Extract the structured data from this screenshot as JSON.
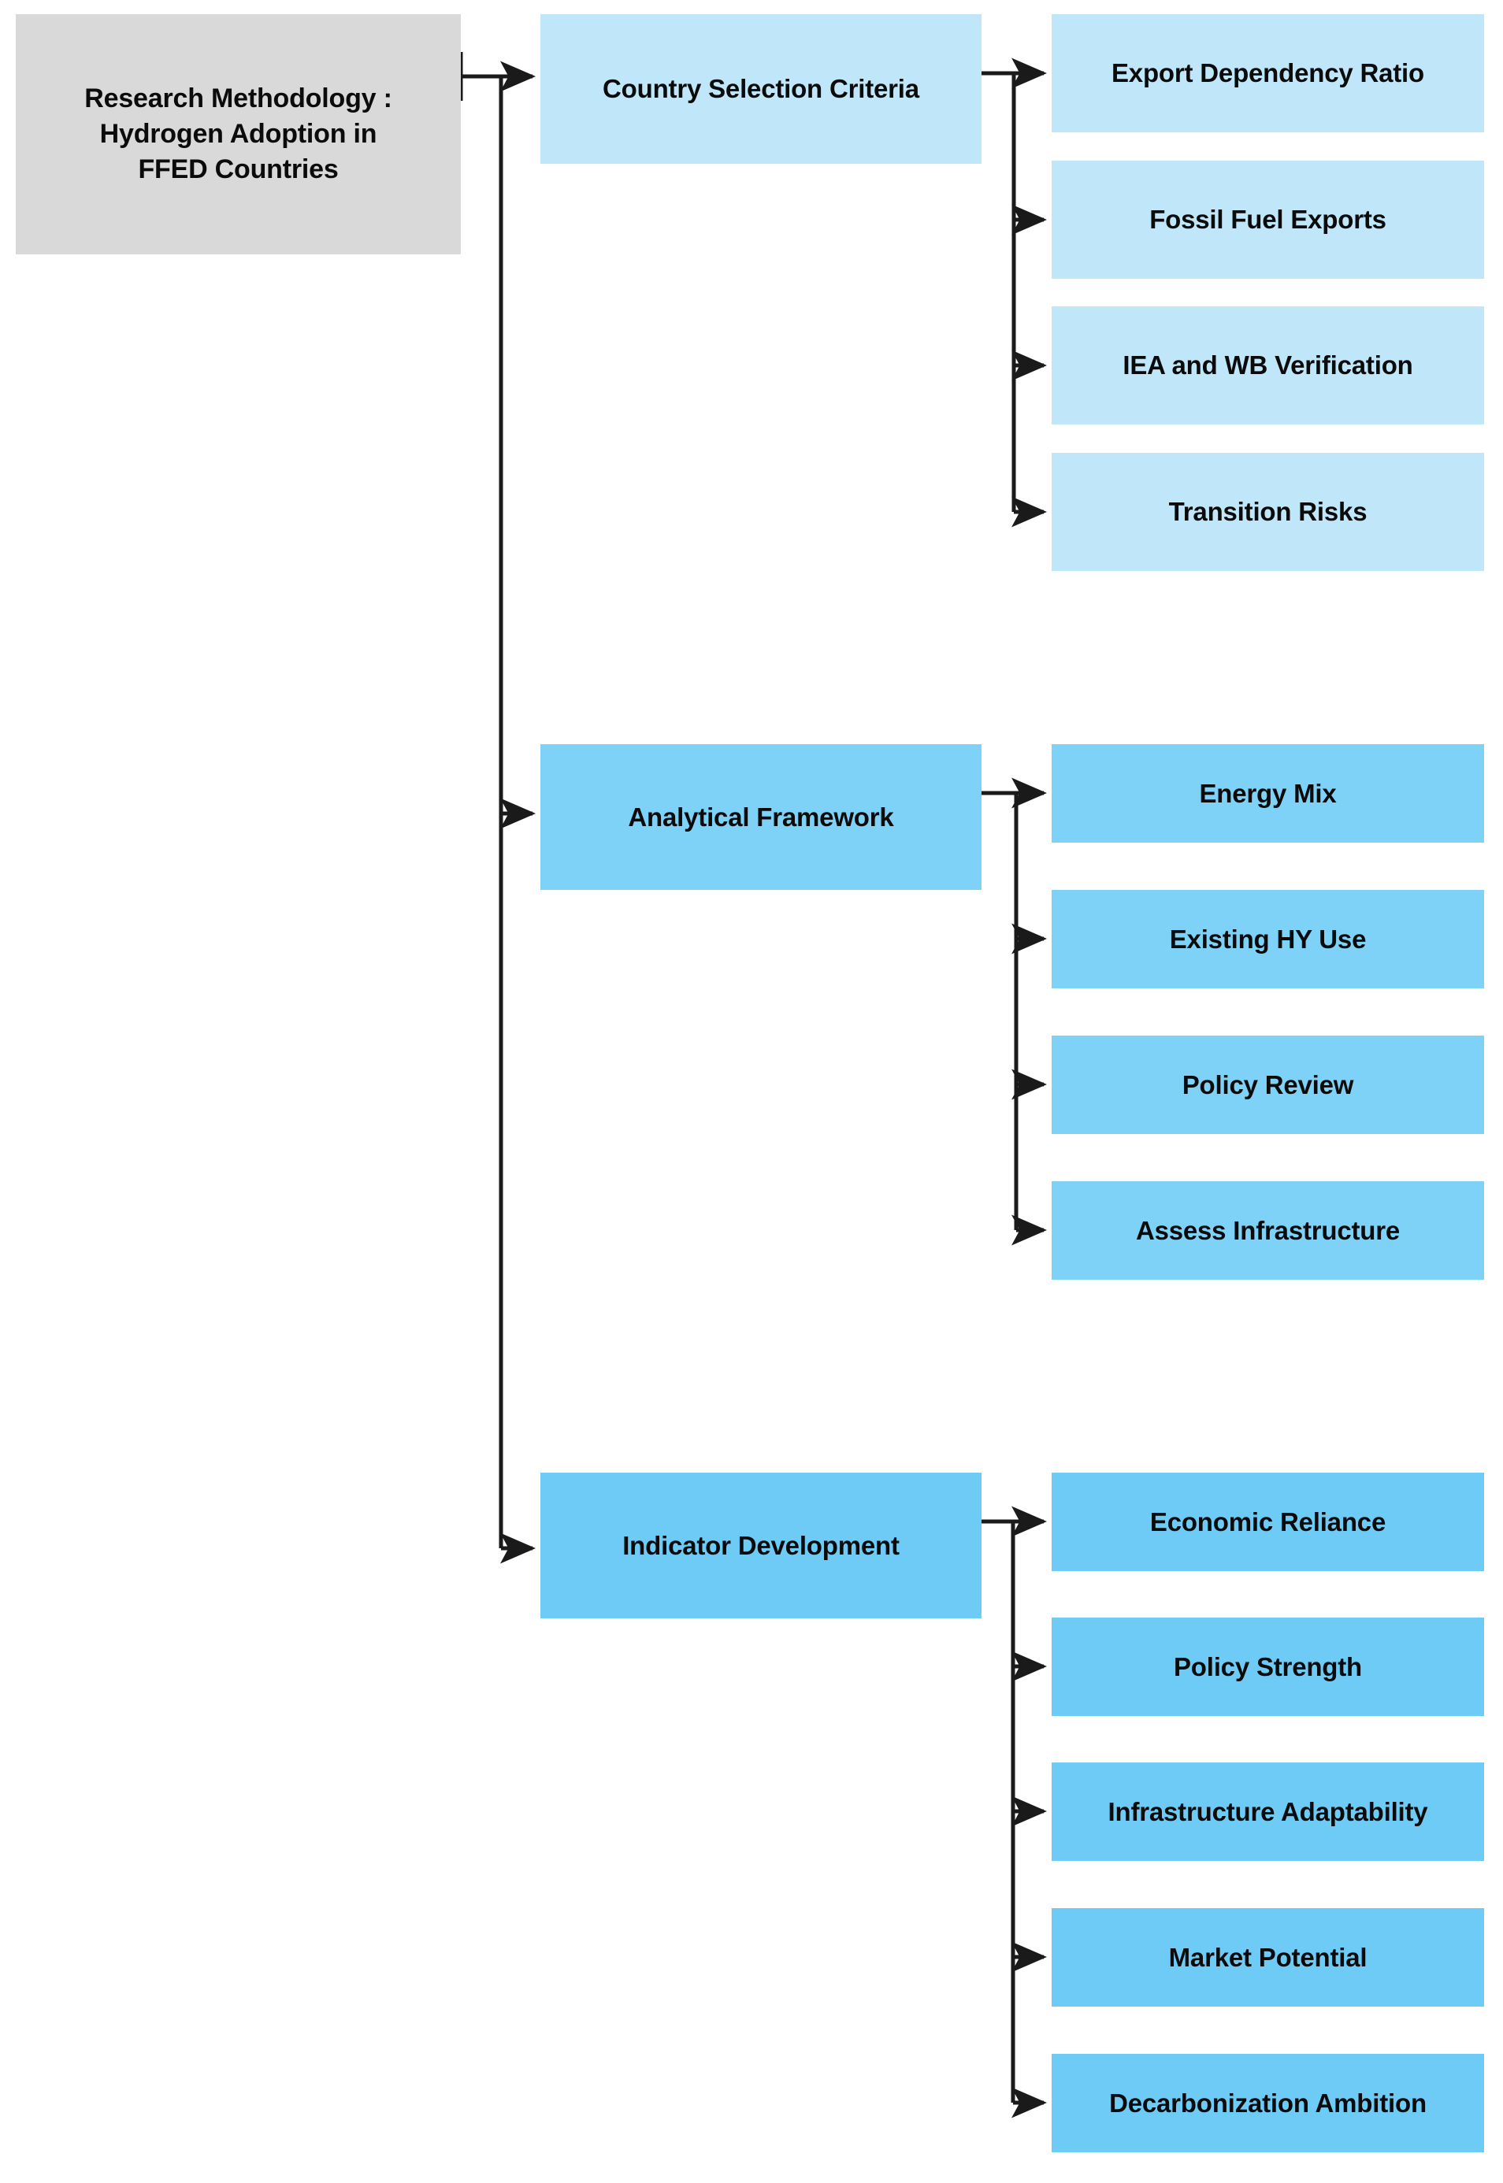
{
  "diagram": {
    "title": "Research Methodology : Hydrogen Adoption in FFED Countries",
    "orientation": "left-to-right tree",
    "colors": {
      "root_fill": "#d9d9d9",
      "stage1_fill": "#bfe6f9",
      "stage2_fill": "#7ed2f7",
      "stage3_fill": "#6ecbf6",
      "leaf1_fill": "#bfe6f9",
      "leaf2_fill": "#7ed2f7",
      "leaf3_fill": "#6ecbf6",
      "connector": "#1a1a1a",
      "text": "#0b0b0b",
      "background": "#ffffff"
    },
    "root": {
      "label": "Research Methodology :\nHydrogen Adoption in\nFFED Countries"
    },
    "branches": [
      {
        "id": "country-selection-criteria",
        "label": "Country Selection  Criteria",
        "children": [
          {
            "id": "export-dependency-ratio",
            "label": "Export Dependency Ratio"
          },
          {
            "id": "fossil-fuel-exports",
            "label": "Fossil Fuel Exports"
          },
          {
            "id": "iea-and-wb-verification",
            "label": "IEA and WB Verification"
          },
          {
            "id": "transition-risks",
            "label": "Transition Risks"
          }
        ]
      },
      {
        "id": "analytical-framework",
        "label": "Analytical Framework",
        "children": [
          {
            "id": "energy-mix",
            "label": "Energy Mix"
          },
          {
            "id": "existing-hy-use",
            "label": "Existing HY Use"
          },
          {
            "id": "policy-review",
            "label": "Policy Review"
          },
          {
            "id": "assess-infrastructure",
            "label": "Assess Infrastructure"
          }
        ]
      },
      {
        "id": "indicator-development",
        "label": "Indicator Development",
        "children": [
          {
            "id": "economic-reliance",
            "label": "Economic Reliance"
          },
          {
            "id": "policy-strength",
            "label": "Policy Strength"
          },
          {
            "id": "infrastructure-adaptability",
            "label": "Infrastructure Adaptability"
          },
          {
            "id": "market-potential",
            "label": "Market Potential"
          },
          {
            "id": "decarbonization-ambition",
            "label": "Decarbonization Ambition"
          }
        ]
      }
    ]
  }
}
